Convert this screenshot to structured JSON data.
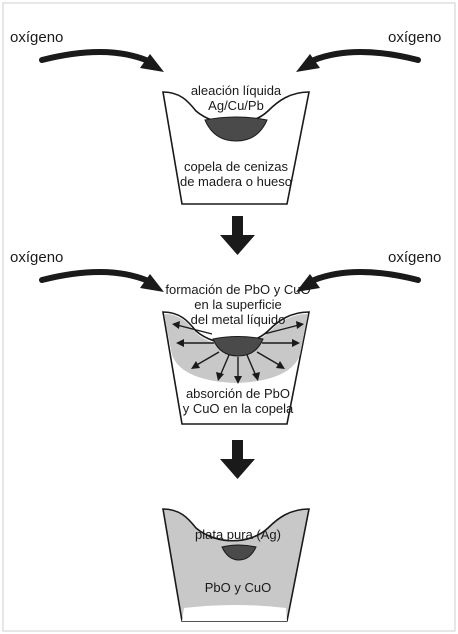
{
  "labels": {
    "oxygen": "oxígeno",
    "stage1_alloy": [
      "aleación líquida",
      "Ag/Cu/Pb"
    ],
    "stage1_cupel": [
      "copela de cenizas",
      "de madera o hueso"
    ],
    "stage2_formation": [
      "formación de PbO y CuO",
      "en la superficie",
      "del metal líquido"
    ],
    "stage2_absorption": [
      "absorción de PbO",
      "y CuO en la copela"
    ],
    "stage3_silver": "plata pura (Ag)",
    "stage3_oxides": "PbO y CuO"
  },
  "colors": {
    "ink": "#1a1a1a",
    "metal": "#4a4a4a",
    "absorbed_oxide": "#c8c8c8",
    "cupel": "#ffffff"
  }
}
